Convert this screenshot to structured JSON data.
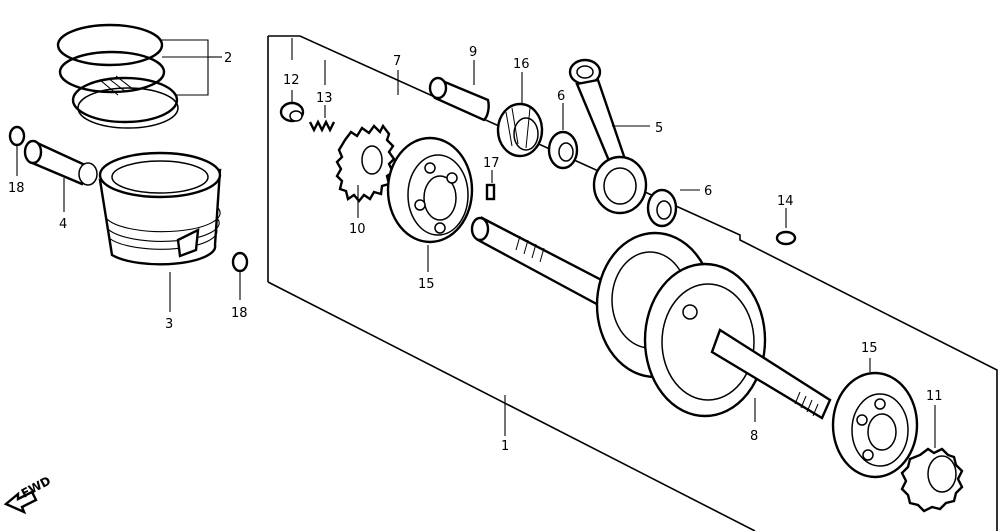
{
  "callouts": {
    "c1": "1",
    "c2": "2",
    "c3": "3",
    "c4": "4",
    "c5": "5",
    "c6a": "6",
    "c6b": "6",
    "c7": "7",
    "c8": "8",
    "c9": "9",
    "c10": "10",
    "c11": "11",
    "c12": "12",
    "c13": "13",
    "c14": "14",
    "c15a": "15",
    "c15b": "15",
    "c16": "16",
    "c17": "17",
    "c18a": "18",
    "c18b": "18"
  },
  "fwd_label": "FWD"
}
